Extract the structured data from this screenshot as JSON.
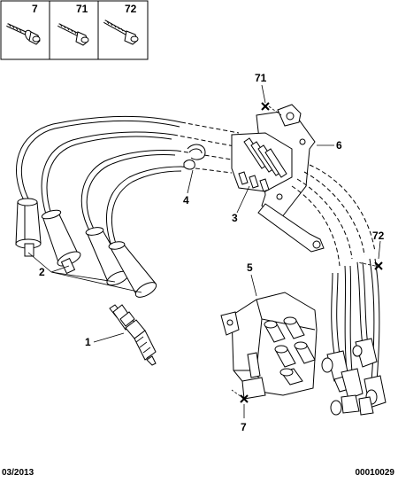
{
  "header": {
    "boxes": [
      {
        "label": "7",
        "icon": "hex-flange-bolt-icon"
      },
      {
        "label": "71",
        "icon": "hex-bolt-icon"
      },
      {
        "label": "72",
        "icon": "hex-bolt-icon"
      }
    ]
  },
  "callouts": {
    "c1": "1",
    "c2": "2",
    "c3": "3",
    "c4": "4",
    "c5": "5",
    "c6": "6",
    "c7": "7",
    "c71": "71",
    "c72": "72"
  },
  "footer": {
    "date": "03/2013",
    "code": "00010029"
  }
}
